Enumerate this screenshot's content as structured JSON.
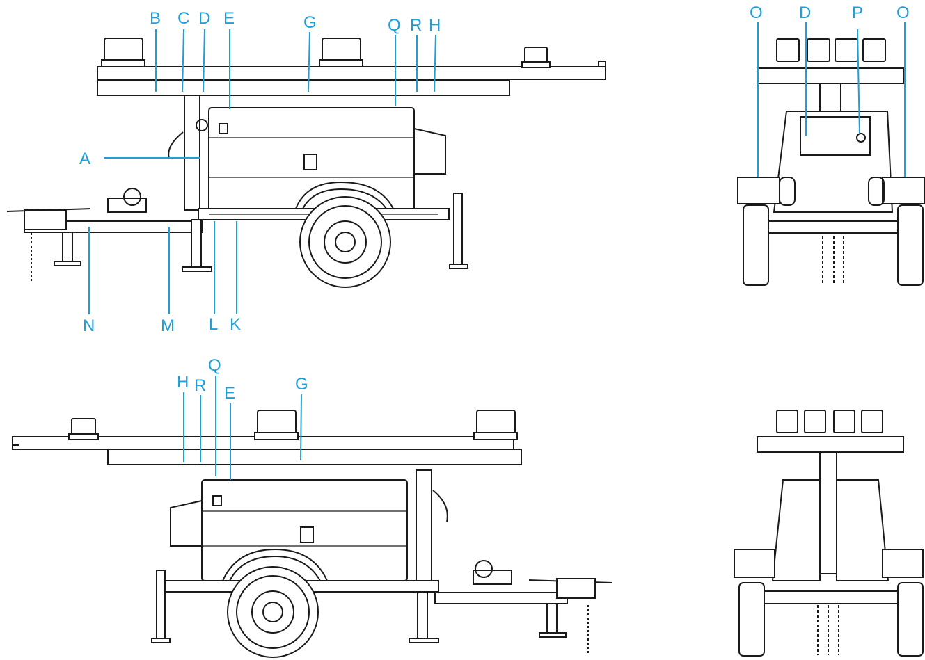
{
  "colors": {
    "callout": "#1e9fd8",
    "line": "#1a1a1a",
    "background": "#ffffff"
  },
  "views": [
    {
      "id": "side-left",
      "callouts": [
        {
          "name": "A",
          "text": "A"
        },
        {
          "name": "B",
          "text": "B"
        },
        {
          "name": "C",
          "text": "C"
        },
        {
          "name": "D",
          "text": "D"
        },
        {
          "name": "E",
          "text": "E"
        },
        {
          "name": "G",
          "text": "G"
        },
        {
          "name": "Q",
          "text": "Q"
        },
        {
          "name": "R",
          "text": "R"
        },
        {
          "name": "H",
          "text": "H"
        },
        {
          "name": "N",
          "text": "N"
        },
        {
          "name": "M",
          "text": "M"
        },
        {
          "name": "L",
          "text": "L"
        },
        {
          "name": "K",
          "text": "K"
        }
      ]
    },
    {
      "id": "rear",
      "callouts": [
        {
          "name": "O-left",
          "text": "O"
        },
        {
          "name": "D",
          "text": "D"
        },
        {
          "name": "P",
          "text": "P"
        },
        {
          "name": "O-right",
          "text": "O"
        }
      ]
    },
    {
      "id": "side-right",
      "callouts": [
        {
          "name": "H",
          "text": "H"
        },
        {
          "name": "R",
          "text": "R"
        },
        {
          "name": "Q",
          "text": "Q"
        },
        {
          "name": "E",
          "text": "E"
        },
        {
          "name": "G",
          "text": "G"
        }
      ]
    },
    {
      "id": "front",
      "callouts": []
    }
  ]
}
